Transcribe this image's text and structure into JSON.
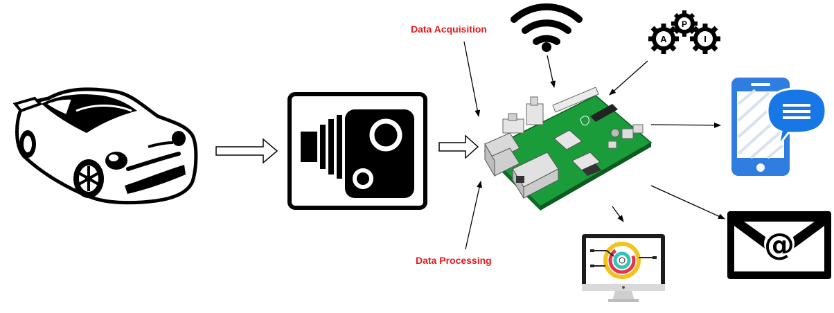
{
  "labels": {
    "acquisition": "Data Acquisition",
    "processing": "Data Processing"
  },
  "badges": {
    "api_a": "A",
    "api_p": "P",
    "api_i": "I",
    "email_symbol": "@"
  },
  "icons": {
    "car": "car-icon",
    "camera": "speed-camera-icon",
    "board": "raspberry-pi-board-icon",
    "wifi": "wifi-icon",
    "api": "api-gears-icon",
    "phone": "smartphone-message-icon",
    "email": "email-envelope-icon",
    "monitor": "computer-monitor-icon"
  },
  "colors": {
    "label_text": "#e8191b",
    "board_green": "#1a9c3a",
    "phone_blue": "#2f7de1",
    "bubble_blue": "#1877e6"
  }
}
